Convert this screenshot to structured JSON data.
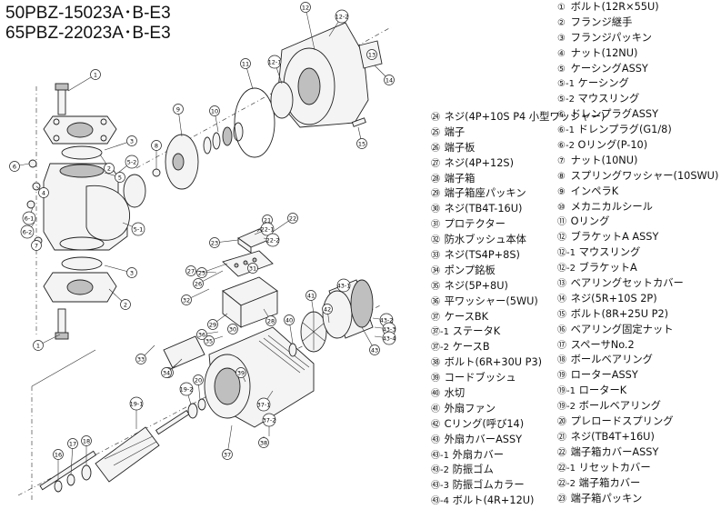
{
  "models": [
    "50PBZ-15023A･B-E3",
    "65PBZ-22023A･B-E3"
  ],
  "legend_right": [
    {
      "num": "①",
      "label": "ボルト(12R×55U)"
    },
    {
      "num": "②",
      "label": "フランジ継手"
    },
    {
      "num": "③",
      "label": "フランジパッキン"
    },
    {
      "num": "④",
      "label": "ナット(12NU)"
    },
    {
      "num": "⑤",
      "label": "ケーシングASSY"
    },
    {
      "num": "⑤-1",
      "label": "ケーシング"
    },
    {
      "num": "⑤-2",
      "label": "マウスリング"
    },
    {
      "num": "⑥",
      "label": "ドレンプラグASSY"
    },
    {
      "num": "⑥-1",
      "label": "ドレンプラグ(G1/8)"
    },
    {
      "num": "⑥-2",
      "label": "Oリング(P-10)"
    },
    {
      "num": "⑦",
      "label": "ナット(10NU)"
    },
    {
      "num": "⑧",
      "label": "スプリングワッシャー(10SWU)"
    },
    {
      "num": "⑨",
      "label": "インペラK"
    },
    {
      "num": "⑩",
      "label": "メカニカルシール"
    },
    {
      "num": "⑪",
      "label": "Oリング"
    },
    {
      "num": "⑫",
      "label": "ブラケットA ASSY"
    },
    {
      "num": "⑫-1",
      "label": "マウスリング"
    },
    {
      "num": "⑫-2",
      "label": "ブラケットA"
    },
    {
      "num": "⑬",
      "label": "ベアリングセットカバー"
    },
    {
      "num": "⑭",
      "label": "ネジ(5R+10S 2P)"
    },
    {
      "num": "⑮",
      "label": "ボルト(8R+25U P2)"
    },
    {
      "num": "⑯",
      "label": "ベアリング固定ナット"
    },
    {
      "num": "⑰",
      "label": "スペーサNo.2"
    },
    {
      "num": "⑱",
      "label": "ボールベアリング"
    },
    {
      "num": "⑲",
      "label": "ローターASSY"
    },
    {
      "num": "⑲-1",
      "label": "ローターK"
    },
    {
      "num": "⑲-2",
      "label": "ボールベアリング"
    },
    {
      "num": "⑳",
      "label": "プレロードスプリング"
    },
    {
      "num": "㉑",
      "label": "ネジ(TB4T+16U)"
    },
    {
      "num": "㉒",
      "label": "端子箱カバーASSY"
    },
    {
      "num": "㉒-1",
      "label": "リセットカバー"
    },
    {
      "num": "㉒-2",
      "label": "端子箱カバー"
    },
    {
      "num": "㉓",
      "label": "端子箱パッキン"
    }
  ],
  "legend_mid": [
    {
      "num": "㉔",
      "label": "ネジ(4P+10S P4 小型ワッシャー)"
    },
    {
      "num": "㉕",
      "label": "端子"
    },
    {
      "num": "㉖",
      "label": "端子板"
    },
    {
      "num": "㉗",
      "label": "ネジ(4P+12S)"
    },
    {
      "num": "㉘",
      "label": "端子箱"
    },
    {
      "num": "㉙",
      "label": "端子箱座パッキン"
    },
    {
      "num": "㉚",
      "label": "ネジ(TB4T-16U)"
    },
    {
      "num": "㉛",
      "label": "プロテクター"
    },
    {
      "num": "㉜",
      "label": "防水ブッシュ本体"
    },
    {
      "num": "㉝",
      "label": "ネジ(TS4P+8S)"
    },
    {
      "num": "㉞",
      "label": "ポンプ銘板"
    },
    {
      "num": "㉟",
      "label": "ネジ(5P+8U)"
    },
    {
      "num": "㊱",
      "label": "平ワッシャー(5WU)"
    },
    {
      "num": "㊲",
      "label": "ケースBK"
    },
    {
      "num": "㊲-1",
      "label": "ステータK"
    },
    {
      "num": "㊲-2",
      "label": "ケースB"
    },
    {
      "num": "㊳",
      "label": "ボルト(6R+30U P3)"
    },
    {
      "num": "㊴",
      "label": "コードブッシュ"
    },
    {
      "num": "㊵",
      "label": "水切"
    },
    {
      "num": "㊶",
      "label": "外扇ファン"
    },
    {
      "num": "㊷",
      "label": "Cリング(呼び14)"
    },
    {
      "num": "㊸",
      "label": "外扇カバーASSY"
    },
    {
      "num": "㊸-1",
      "label": "外扇カバー"
    },
    {
      "num": "㊸-2",
      "label": "防振ゴム"
    },
    {
      "num": "㊸-3",
      "label": "防振ゴムカラー"
    },
    {
      "num": "㊸-4",
      "label": "ボルト(4R+12U)"
    }
  ],
  "callouts": [
    "1",
    "2",
    "3",
    "4",
    "5",
    "5-1",
    "5-2",
    "6",
    "6-1",
    "6-2",
    "7",
    "8",
    "9",
    "10",
    "11",
    "12",
    "12-1",
    "12-2",
    "13",
    "14",
    "15",
    "16",
    "17",
    "18",
    "19-1",
    "19-2",
    "20",
    "21",
    "22",
    "22-1",
    "22-2",
    "23",
    "24",
    "25",
    "26",
    "27",
    "28",
    "29",
    "30",
    "31",
    "32",
    "33",
    "34",
    "35",
    "36",
    "37",
    "37-1",
    "37-2",
    "38",
    "39",
    "40",
    "41",
    "42",
    "43",
    "43-1",
    "43-2",
    "43-3",
    "43-4"
  ]
}
